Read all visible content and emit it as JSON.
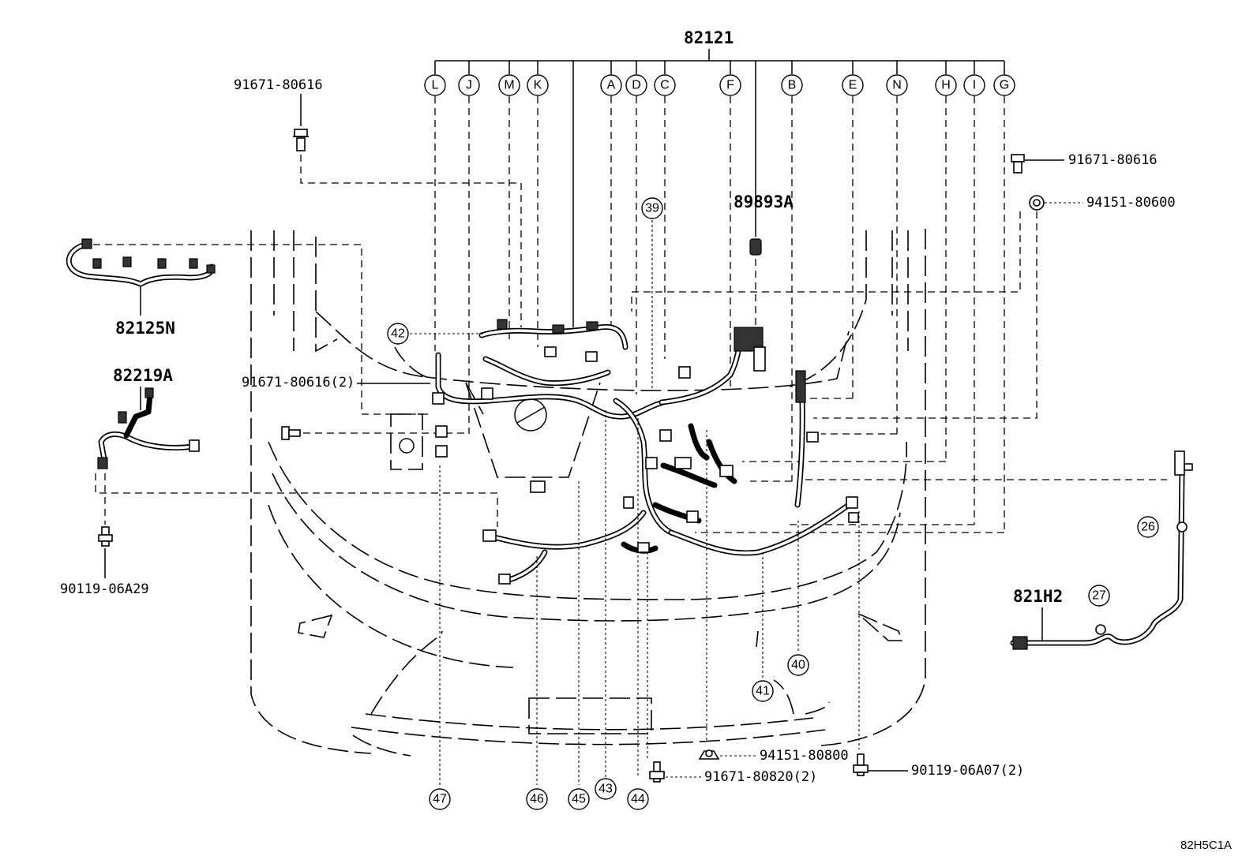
{
  "main_part": "82121",
  "footer_code": "82H5C1A",
  "letter_callouts": [
    "L",
    "J",
    "M",
    "K",
    "A",
    "D",
    "C",
    "F",
    "B",
    "E",
    "N",
    "H",
    "I",
    "G"
  ],
  "number_callouts": [
    "39",
    "42",
    "26",
    "27",
    "40",
    "41",
    "47",
    "46",
    "45",
    "43",
    "44"
  ],
  "parts": {
    "bolt_top_left": "91671-80616",
    "bolt_top_right": "91671-80616",
    "nut_right": "94151-80600",
    "grommet": "89893A",
    "sub_harness_1": "82125N",
    "sub_harness_2": "82219A",
    "bolt_left_mid": "91671-80616(2)",
    "bolt_left_bottom": "90119-06A29",
    "sensor_harness": "821H2",
    "nut_bottom": "94151-80800",
    "bolt_bottom_mid": "91671-80820(2)",
    "bolt_bottom_right": "90119-06A07(2)"
  }
}
